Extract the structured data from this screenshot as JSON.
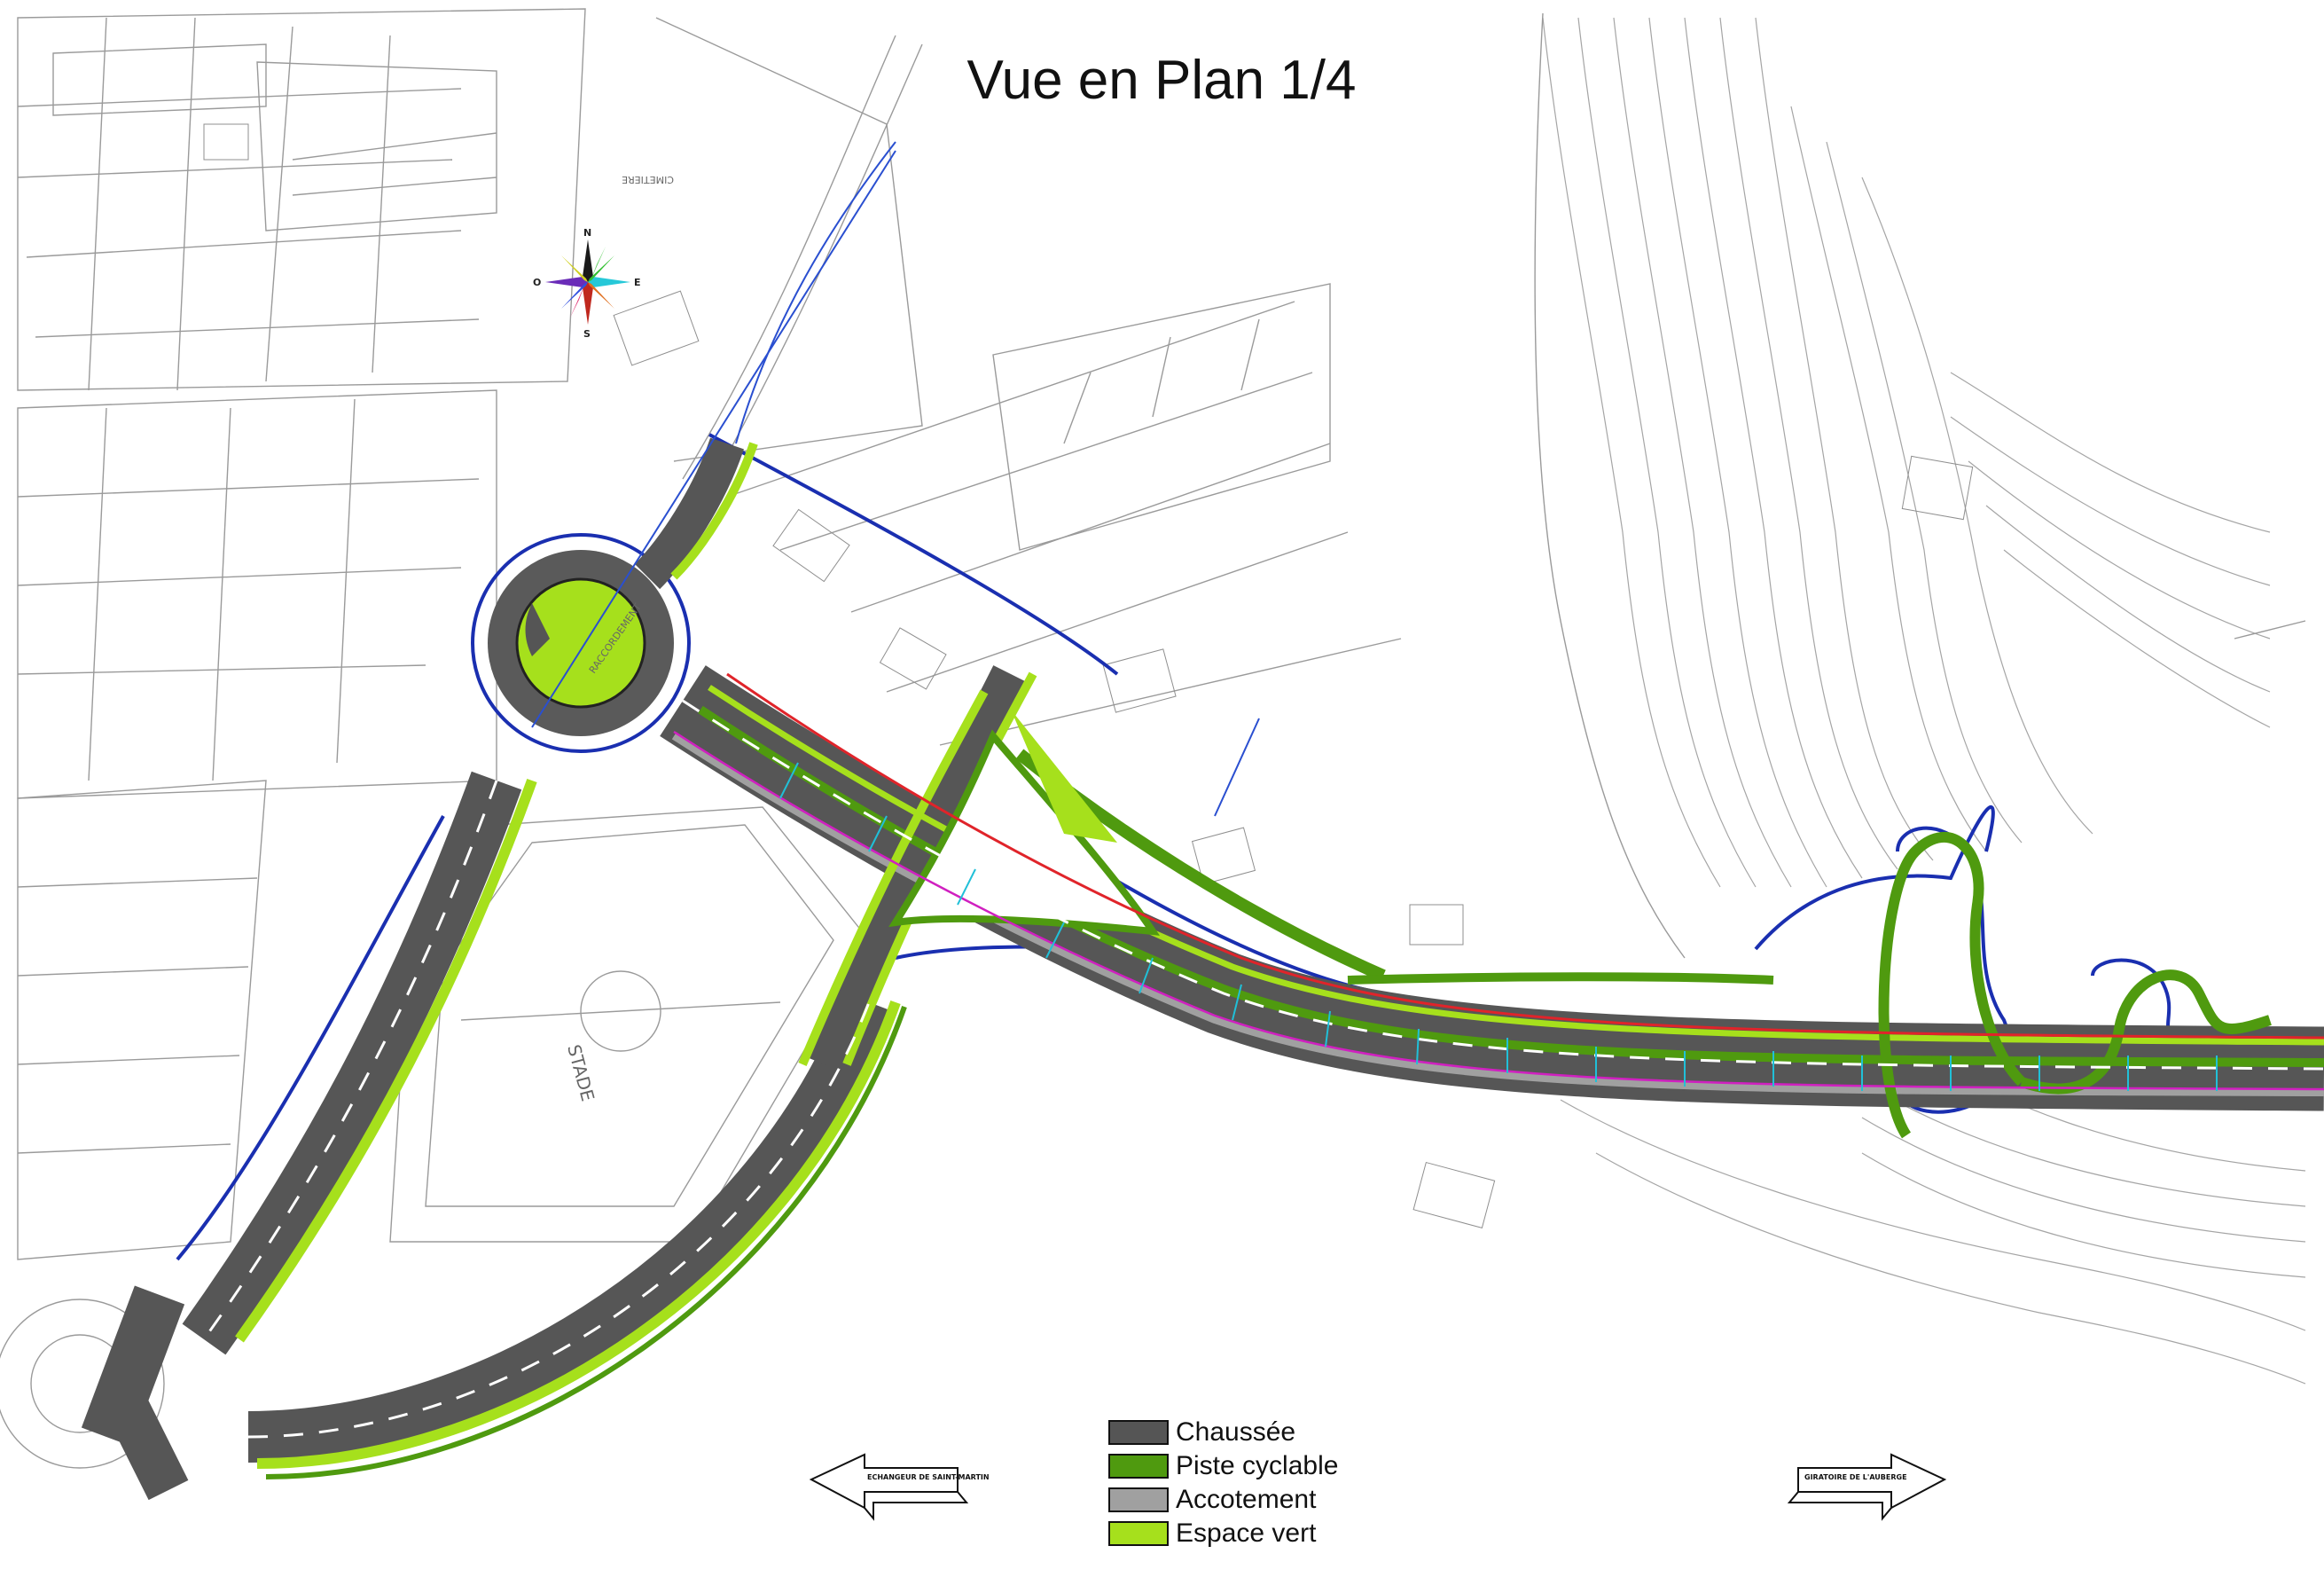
{
  "title": "Vue en Plan 1/4",
  "compass": {
    "north": "N",
    "south": "S",
    "east": "E",
    "west": "O"
  },
  "legend": [
    {
      "label": "Chaussée",
      "color": "#555555"
    },
    {
      "label": "Piste cyclable",
      "color": "#4f9a0f"
    },
    {
      "label": "Accotement",
      "color": "#a0a0a0"
    },
    {
      "label": "Espace vert",
      "color": "#a6e01c"
    }
  ],
  "map_labels": {
    "stade": "STADE",
    "cimetiere": "CIMETIERE",
    "parking": "RACCORDEMENT"
  },
  "direction_arrows": {
    "left": "ECHANGEUR DE SAINT-MARTIN",
    "right": "GIRATOIRE DE L'AUBERGE"
  }
}
